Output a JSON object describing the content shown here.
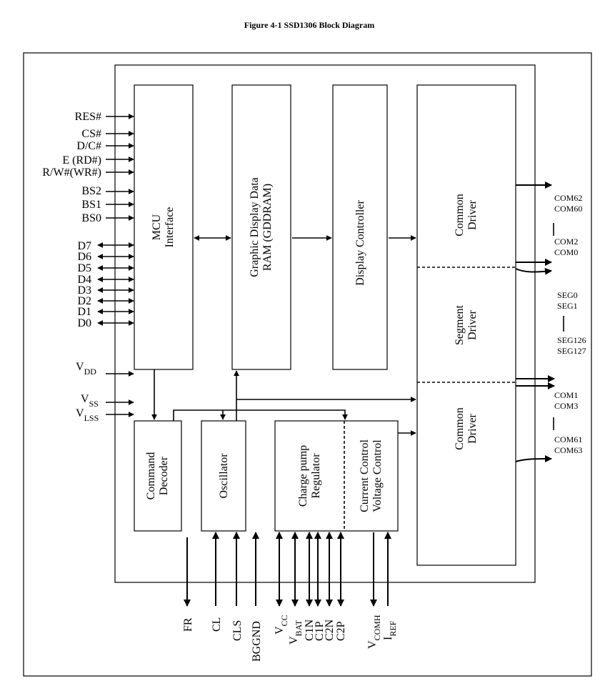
{
  "title": "Figure 4-1 SSD1306 Block Diagram",
  "blocks": {
    "mcu": [
      "MCU",
      "Interface"
    ],
    "gddram": [
      "Graphic Display Data",
      "RAM (GDDRAM)"
    ],
    "display_controller": "Display Controller",
    "common_driver_top": [
      "Common",
      "Driver"
    ],
    "segment_driver": [
      "Segment",
      "Driver"
    ],
    "common_driver_bottom": [
      "Common",
      "Driver"
    ],
    "command_decoder": [
      "Command",
      "Decoder"
    ],
    "oscillator": "Oscillator",
    "charge_pump": [
      "Charge pump",
      "Regulator"
    ],
    "current_voltage": [
      "Current Control",
      "Voltage Control"
    ]
  },
  "left_pins": {
    "res": "RES#",
    "cs": "CS#",
    "dc": "D/C#",
    "e": "E (RD#)",
    "rw": "R/W#(WR#)",
    "bs2": "BS2",
    "bs1": "BS1",
    "bs0": "BS0",
    "d7": "D7",
    "d6": "D6",
    "d5": "D5",
    "d4": "D4",
    "d3": "D3",
    "d2": "D2",
    "d1": "D1",
    "d0": "D0",
    "vdd": "V",
    "vdd_sub": "DD",
    "vss": "V",
    "vss_sub": "SS",
    "vlss": "V",
    "vlss_sub": "LSS"
  },
  "right_outputs": {
    "com62": "COM62",
    "com60": "COM60",
    "com2": "COM2",
    "com0": "COM0",
    "seg0": "SEG0",
    "seg1": "SEG1",
    "seg126": "SEG126",
    "seg127": "SEG127",
    "com1": "COM1",
    "com3": "COM3",
    "com61": "COM61",
    "com63": "COM63"
  },
  "bottom_pins": {
    "fr": "FR",
    "cl": "CL",
    "cls": "CLS",
    "bggnd": "BGGND",
    "vcc": "V",
    "vcc_sub": "CC",
    "vbat": "V",
    "vbat_sub": "BAT",
    "c1n": "C1N",
    "c1p": "C1P",
    "c2n": "C2N",
    "c2p": "C2P",
    "vcomh": "V",
    "vcomh_sub": "COMH",
    "iref": "I",
    "iref_sub": "REF"
  }
}
